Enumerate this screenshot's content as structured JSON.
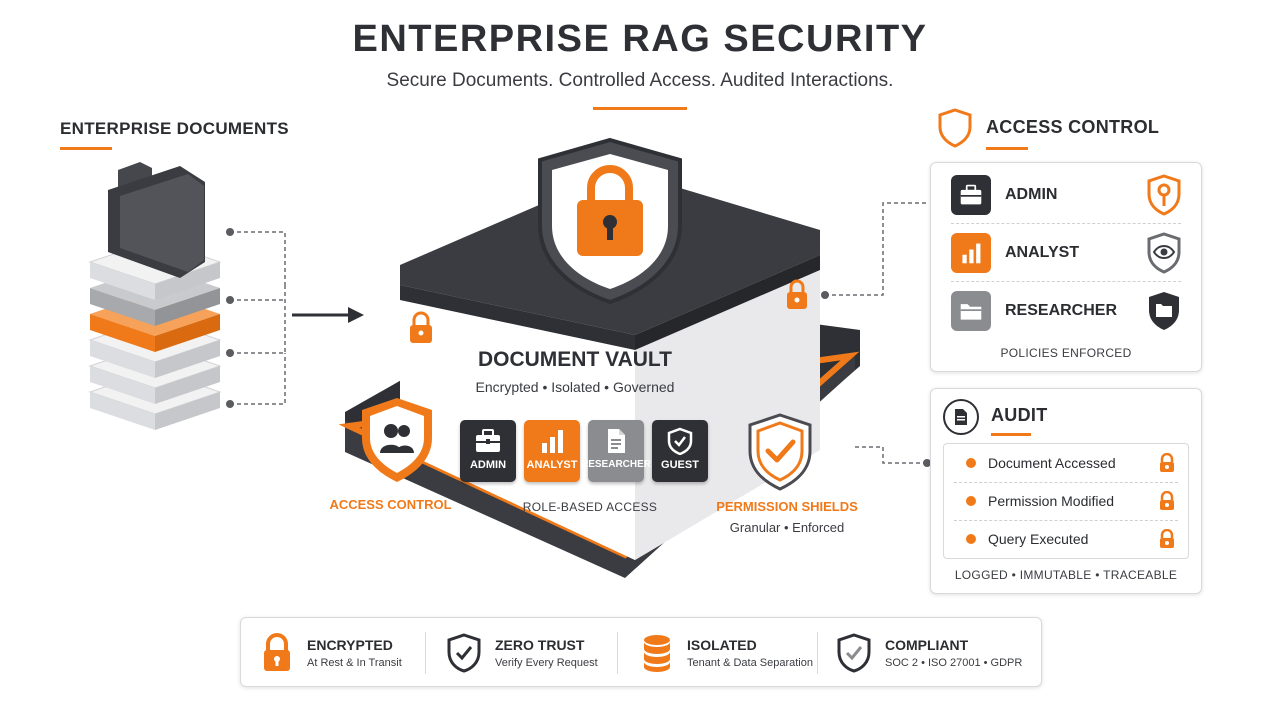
{
  "header": {
    "title": "ENTERPRISE RAG SECURITY",
    "subtitle": "Secure Documents. Controlled Access. Audited Interactions."
  },
  "left": {
    "title": "ENTERPRISE DOCUMENTS"
  },
  "vault": {
    "title": "DOCUMENT VAULT",
    "subtitle": "Encrypted • Isolated • Governed",
    "roles": [
      {
        "label": "ADMIN",
        "icon": "briefcase-icon",
        "color": "#2e3035"
      },
      {
        "label": "ANALYST",
        "icon": "bar-chart-icon",
        "color": "#f07a1a"
      },
      {
        "label": "RESEARCHER",
        "icon": "document-icon",
        "color": "#8a8c90"
      },
      {
        "label": "GUEST",
        "icon": "shield-check-icon",
        "color": "#2e3035"
      }
    ],
    "roles_caption": "ROLE-BASED ACCESS",
    "access_control_label": "ACCESS CONTROL",
    "permission_title": "PERMISSION SHIELDS",
    "permission_sub": "Granular • Enforced"
  },
  "access_control": {
    "title": "ACCESS CONTROL",
    "roles": [
      {
        "label": "ADMIN",
        "icon": "briefcase-icon",
        "badge": "key-shield-icon"
      },
      {
        "label": "ANALYST",
        "icon": "bar-chart-icon",
        "badge": "eye-shield-icon"
      },
      {
        "label": "RESEARCHER",
        "icon": "folder-icon",
        "badge": "folder-shield-icon"
      }
    ],
    "footer": "POLICIES ENFORCED"
  },
  "audit": {
    "title": "AUDIT",
    "events": [
      "Document Accessed",
      "Permission Modified",
      "Query Executed"
    ],
    "footer": "LOGGED • IMMUTABLE • TRACEABLE"
  },
  "features": [
    {
      "title": "ENCRYPTED",
      "sub": "At Rest & In Transit",
      "icon": "lock-icon"
    },
    {
      "title": "ZERO TRUST",
      "sub": "Verify Every Request",
      "icon": "shield-check-icon"
    },
    {
      "title": "ISOLATED",
      "sub": "Tenant & Data Separation",
      "icon": "database-icon"
    },
    {
      "title": "COMPLIANT",
      "sub": "SOC 2 • ISO 27001 • GDPR",
      "icon": "shield-check-icon"
    }
  ],
  "colors": {
    "accent": "#f07a1a",
    "dark": "#2e3035",
    "gray": "#8a8c90"
  }
}
